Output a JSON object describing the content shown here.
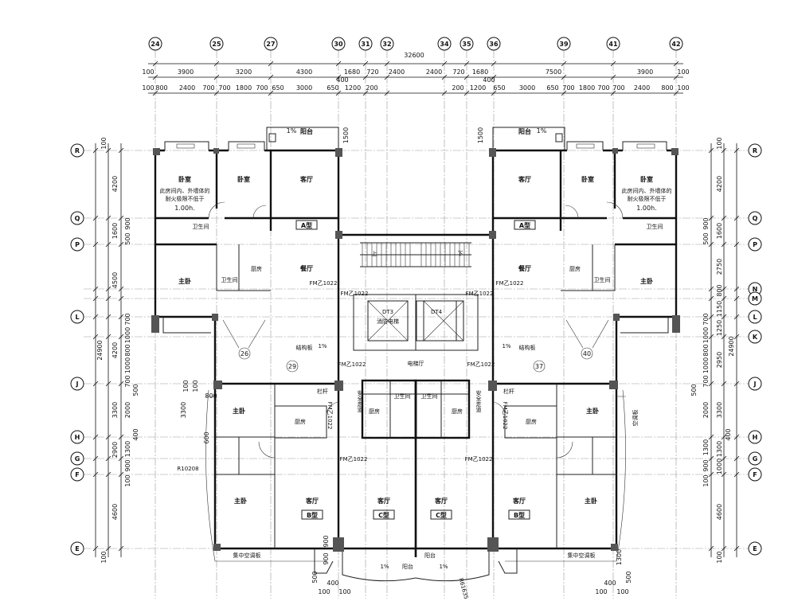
{
  "axes": {
    "columns": [
      "24",
      "25",
      "27",
      "30",
      "31",
      "32",
      "34",
      "35",
      "36",
      "39",
      "41",
      "42"
    ],
    "rows_right": [
      "R",
      "Q",
      "P",
      "N",
      "M",
      "L",
      "K",
      "J",
      "H",
      "G",
      "F",
      "E"
    ],
    "rows_left": [
      "R",
      "Q",
      "P",
      "L",
      "J",
      "H",
      "G",
      "F",
      "E"
    ]
  },
  "dimensions": {
    "overall": "32600",
    "top_row1": [
      "100",
      "3900",
      "3200",
      "4300",
      "1680",
      "720",
      "2400",
      "2400",
      "720",
      "1680",
      "7500",
      "3900",
      "100"
    ],
    "top_row2": [
      "100",
      "800",
      "2400",
      "700",
      "700",
      "1800",
      "700",
      "650",
      "3000",
      "650",
      "400",
      "1200",
      "200",
      "200",
      "1200",
      "400",
      "650",
      "3000",
      "650",
      "700",
      "1800",
      "700",
      "700",
      "2400",
      "800",
      "100"
    ],
    "left_total": "24900",
    "left_main": [
      "100",
      "4200",
      "1600",
      "4500",
      "4200",
      "3300",
      "2900",
      "4600",
      "100"
    ],
    "left_detail": [
      "900",
      "500",
      "700",
      "1000",
      "800",
      "1000",
      "700",
      "500",
      "2000",
      "400",
      "1300",
      "900",
      "100"
    ],
    "right_total": "24900",
    "right_main": [
      "100",
      "4200",
      "1600",
      "2750",
      "800",
      "1150",
      "1250",
      "2950",
      "3300",
      "400",
      "1300",
      "1000",
      "4600",
      "100"
    ],
    "right_detail": [
      "900",
      "500",
      "700",
      "1000",
      "800",
      "1000",
      "700",
      "500",
      "2000",
      "1300",
      "900",
      "100"
    ],
    "bottom": [
      "500",
      "400",
      "100",
      "100",
      "400",
      "100",
      "100",
      "1300",
      "500",
      "900",
      "900"
    ],
    "misc": [
      "1500",
      "1500",
      "800",
      "3300",
      "100",
      "100",
      "600"
    ]
  },
  "rooms": {
    "bedroom": "卧室",
    "living": "客厅",
    "balcony": "阳台",
    "bathroom": "卫生间",
    "kitchen": "厨房",
    "dining": "餐厅",
    "master": "主卧",
    "type_a": "A型",
    "type_b": "B型",
    "type_c": "C型",
    "fire_note": [
      "此房间内、外墙体的",
      "耐火极限不低于",
      "1.00h."
    ],
    "corridor": "安全走道",
    "elevator_hall": "电梯厅",
    "structure_slab": "结构板",
    "railing": "栏杆",
    "ac_slab": "集中空调板",
    "ac_slab_side": "空调板",
    "dt3": "DT3",
    "dt4": "DT4",
    "fire_elevator": "消防电梯",
    "slope": "1%",
    "up": "上",
    "down": "下"
  },
  "door_tag": "FM乙1022",
  "markers": [
    "26",
    "29",
    "37",
    "40"
  ],
  "radii": [
    "R10208",
    "R61635"
  ]
}
